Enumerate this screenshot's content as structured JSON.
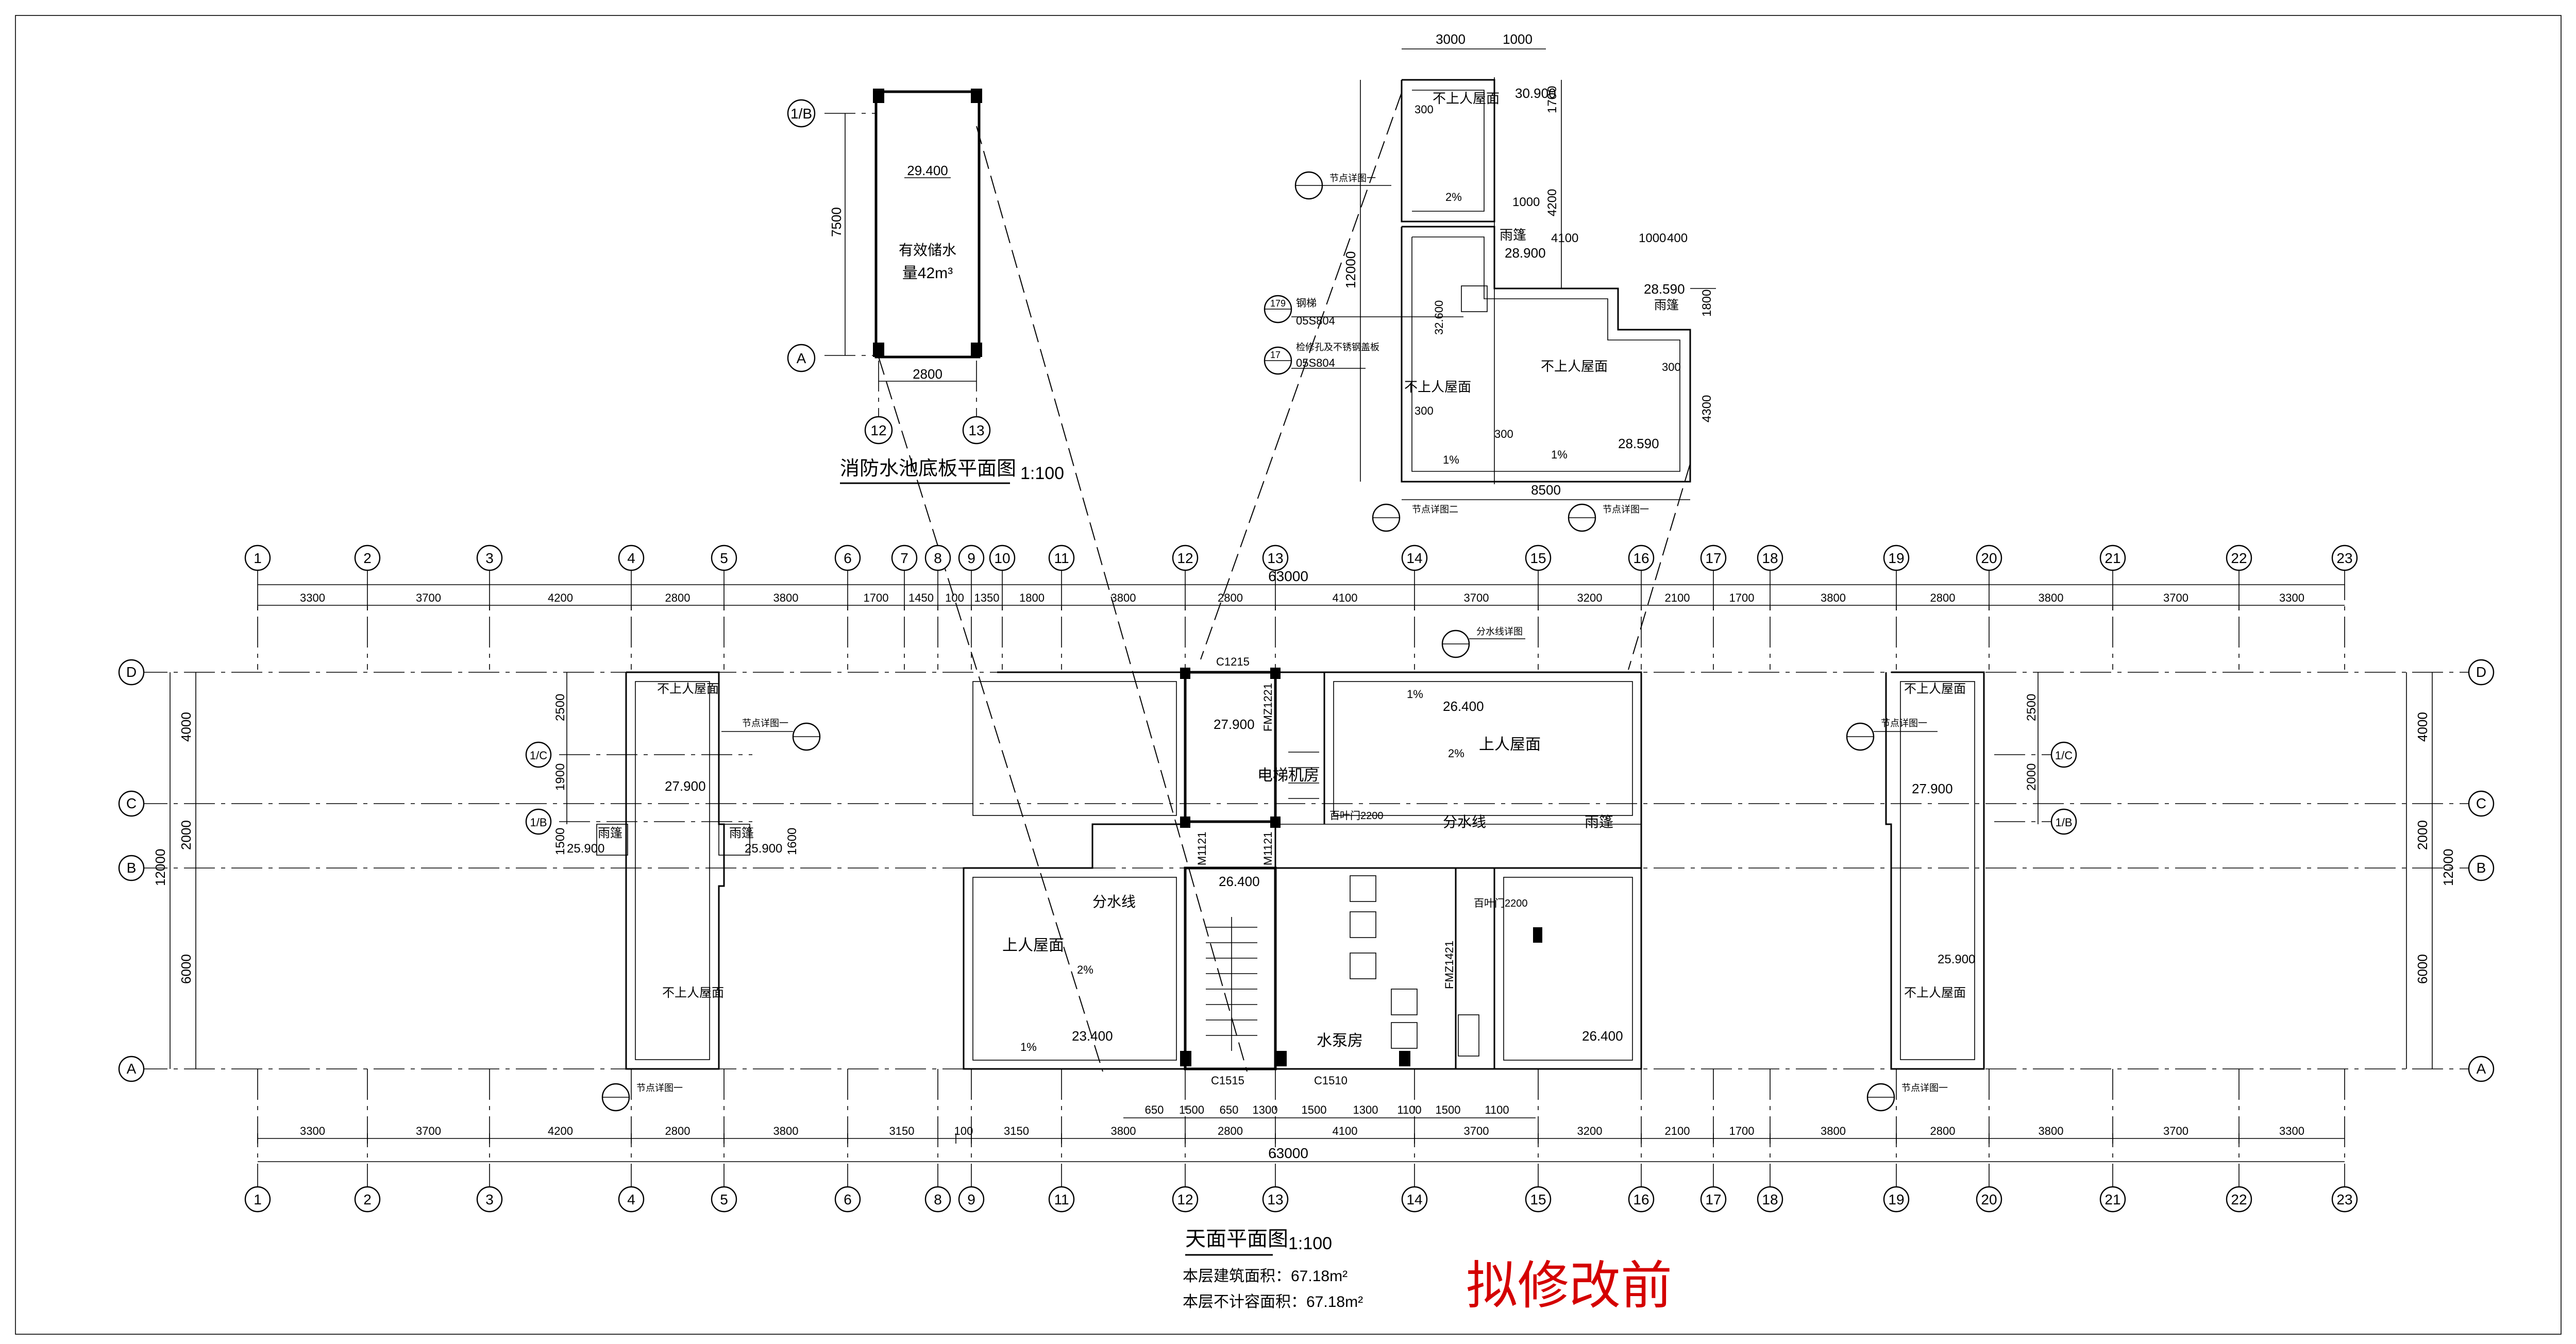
{
  "pool_plan": {
    "title": "消防水池底板平面图",
    "scale": "1:100",
    "level": "29.400",
    "note_line1": "有效储水",
    "note_line2": "量42m³",
    "dim_vertical": "7500",
    "dim_width": "2800",
    "axis_left": "1/B",
    "axis_bottom": "A",
    "axis_12": "12",
    "axis_13": "13"
  },
  "detail_plan": {
    "dims_top": [
      "3000",
      "1000"
    ],
    "dim_total": "12000",
    "dim_bottom": "8500",
    "right_dims": [
      "1700",
      "4200",
      "1800",
      "4300"
    ],
    "mid_dims": [
      "1000",
      "4100",
      "1000",
      "400"
    ],
    "levels": [
      "30.900",
      "28.900",
      "28.590",
      "28.590"
    ],
    "labels": [
      "不上人屋面",
      "雨篷",
      "不上人屋面",
      "不上人屋面",
      "雨篷"
    ],
    "callouts": [
      "节点详图一",
      "节点详图二",
      "节点详图一"
    ],
    "note1": "钢梯",
    "note1_code": "05S804",
    "note1_ref": "179",
    "note2": "检修孔及不锈钢盖板",
    "note2_code": "05S804",
    "note2_ref": "17",
    "top_level": "30.900",
    "level_left": "30.900",
    "slope_pct": [
      "2%",
      "1%",
      "1%"
    ],
    "misc": [
      "300",
      "300",
      "300",
      "300",
      "32.600"
    ]
  },
  "main_plan": {
    "title": "天面平面图",
    "scale": "1:100",
    "area_built": "本层建筑面积：67.18m²",
    "area_excluded": "本层不计容面积：67.18m²",
    "stamp": "拟修改前",
    "axes_top": [
      "1",
      "2",
      "3",
      "4",
      "5",
      "6",
      "7",
      "8",
      "9",
      "10",
      "11",
      "12",
      "13",
      "14",
      "15",
      "16",
      "17",
      "18",
      "19",
      "20",
      "21",
      "22",
      "23"
    ],
    "axes_bottom": [
      "1",
      "2",
      "3",
      "4",
      "5",
      "6",
      "8",
      "9",
      "11",
      "12",
      "13",
      "14",
      "15",
      "16",
      "17",
      "18",
      "19",
      "20",
      "21",
      "22",
      "23"
    ],
    "axes_side": [
      "D",
      "1/C",
      "C",
      "1/B",
      "B",
      "A"
    ],
    "dims_top": [
      "3300",
      "3700",
      "4200",
      "2800",
      "3800",
      "1700",
      "1450",
      "100",
      "1350",
      "1800",
      "3800",
      "2800",
      "4100",
      "3700",
      "3200",
      "2100",
      "1700",
      "3800",
      "2800",
      "3800",
      "3700",
      "3300"
    ],
    "dim_total": "63000",
    "dims_bottom": [
      "3300",
      "3700",
      "4200",
      "2800",
      "3800",
      "3150",
      "100",
      "3150",
      "3800",
      "2800",
      "4100",
      "3700",
      "3200",
      "2100",
      "1700",
      "3800",
      "2800",
      "3800",
      "3700",
      "3300"
    ],
    "dims_bottom2": [
      "650",
      "1500",
      "650",
      "1300",
      "1500",
      "1300",
      "1100",
      "1500",
      "1100"
    ],
    "side_dims": [
      "4000",
      "2000",
      "6000",
      "12000"
    ],
    "side_sub": [
      "2500",
      "1900",
      "2000",
      "1500",
      "1600"
    ],
    "rooms": {
      "elevator": "电梯机房",
      "pump": "水泵房",
      "roof_up_left": "上人屋面",
      "roof_up_right": "上人屋面",
      "no_roof": "不上人屋面",
      "canopy": "雨篷",
      "split": "分水线"
    },
    "levels": [
      "27.900",
      "26.400",
      "23.400",
      "26.400",
      "26.400",
      "27.900",
      "25.900",
      "25.900",
      "27.900",
      "25.900"
    ],
    "doors": [
      "C1215",
      "FMZ1221",
      "M1121",
      "M1121",
      "C1515",
      "C1510",
      "FMZ1421",
      "百叶门2200",
      "百叶门2200"
    ],
    "callouts": [
      "节点详图一",
      "节点详图一",
      "节点详图一",
      "节点详图一",
      "分水线详图"
    ],
    "slope": "2%",
    "slope1": "1%"
  }
}
